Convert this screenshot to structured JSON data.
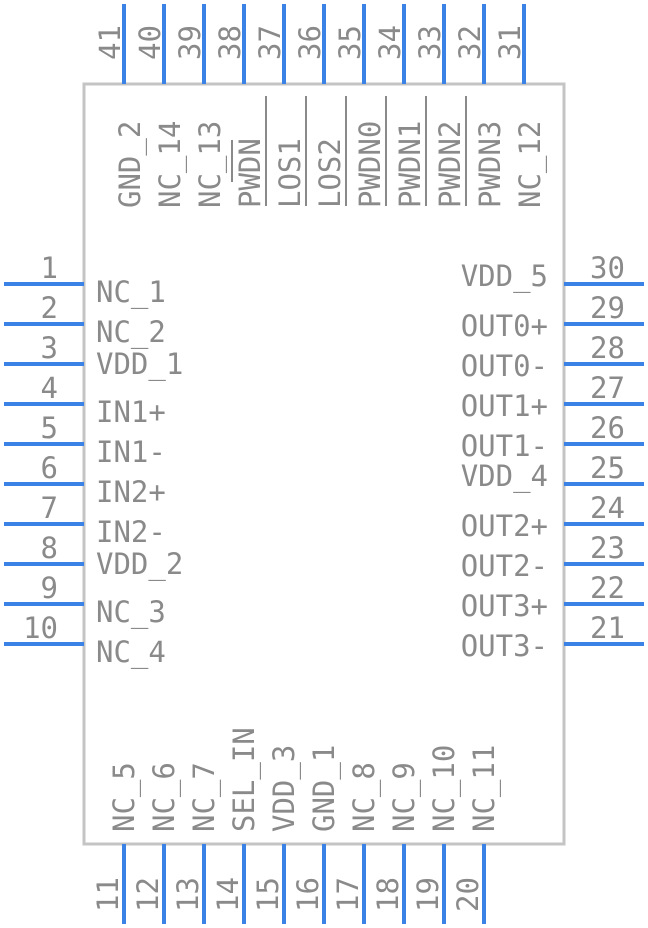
{
  "colors": {
    "pin": "#3b82e6",
    "body": "#c4c4c4",
    "text": "#8a8a8a"
  },
  "left_pins": [
    {
      "num": "1",
      "label": "NC_1"
    },
    {
      "num": "2",
      "label": "NC_2"
    },
    {
      "num": "3",
      "label": "VDD_1"
    },
    {
      "num": "4",
      "label": "IN1+"
    },
    {
      "num": "5",
      "label": "IN1-"
    },
    {
      "num": "6",
      "label": "IN2+"
    },
    {
      "num": "7",
      "label": "IN2-"
    },
    {
      "num": "8",
      "label": "VDD_2"
    },
    {
      "num": "9",
      "label": "NC_3"
    },
    {
      "num": "10",
      "label": "NC_4"
    }
  ],
  "bottom_pins": [
    {
      "num": "11",
      "label": "NC_5"
    },
    {
      "num": "12",
      "label": "NC_6"
    },
    {
      "num": "13",
      "label": "NC_7"
    },
    {
      "num": "14",
      "label": "SEL_IN"
    },
    {
      "num": "15",
      "label": "VDD_3"
    },
    {
      "num": "16",
      "label": "GND_1"
    },
    {
      "num": "17",
      "label": "NC_8"
    },
    {
      "num": "18",
      "label": "NC_9"
    },
    {
      "num": "19",
      "label": "NC_10"
    },
    {
      "num": "20",
      "label": "NC_11"
    }
  ],
  "right_pins": [
    {
      "num": "21",
      "label": "OUT3-"
    },
    {
      "num": "22",
      "label": "OUT3+"
    },
    {
      "num": "23",
      "label": "OUT2-"
    },
    {
      "num": "24",
      "label": "OUT2+"
    },
    {
      "num": "25",
      "label": "VDD_4"
    },
    {
      "num": "26",
      "label": "OUT1-"
    },
    {
      "num": "27",
      "label": "OUT1+"
    },
    {
      "num": "28",
      "label": "OUT0-"
    },
    {
      "num": "29",
      "label": "OUT0+"
    },
    {
      "num": "30",
      "label": "VDD_5"
    }
  ],
  "top_pins": [
    {
      "num": "31",
      "label": "NC_12"
    },
    {
      "num": "32",
      "label": "PWDN3"
    },
    {
      "num": "33",
      "label": "PWDN2"
    },
    {
      "num": "34",
      "label": "PWDN1"
    },
    {
      "num": "35",
      "label": "PWDN0"
    },
    {
      "num": "36",
      "label": "LOS2"
    },
    {
      "num": "37",
      "label": "LOS1"
    },
    {
      "num": "38",
      "label": "PWDN"
    },
    {
      "num": "39",
      "label": "NC_13"
    },
    {
      "num": "40",
      "label": "NC_14"
    },
    {
      "num": "41",
      "label": "GND_2"
    }
  ]
}
